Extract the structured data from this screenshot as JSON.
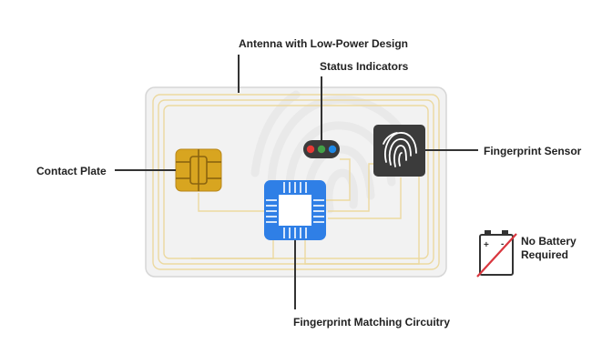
{
  "labels": {
    "antenna": "Antenna with Low-Power Design",
    "status": "Status Indicators",
    "fingerprint_sensor": "Fingerprint Sensor",
    "contact_plate": "Contact Plate",
    "matching_circuitry": "Fingerprint Matching Circuitry",
    "battery_line1": "No Battery",
    "battery_line2": "Required"
  },
  "colors": {
    "card_fill": "#f2f2f2",
    "card_border": "#d6d6d6",
    "antenna_trace": "#ecd9a0",
    "chip_gold": "#d8a520",
    "processor_blue": "#2f7fe6",
    "sensor_dark": "#3b3b3b",
    "led_red": "#e53935",
    "led_green": "#43a047",
    "led_blue": "#1e88e5",
    "leader_line": "#333333",
    "battery_slash": "#d9363e"
  },
  "icons": {
    "fingerprint": "fingerprint-icon",
    "battery": "battery-icon",
    "watermark": "fingerprint-watermark-icon"
  }
}
